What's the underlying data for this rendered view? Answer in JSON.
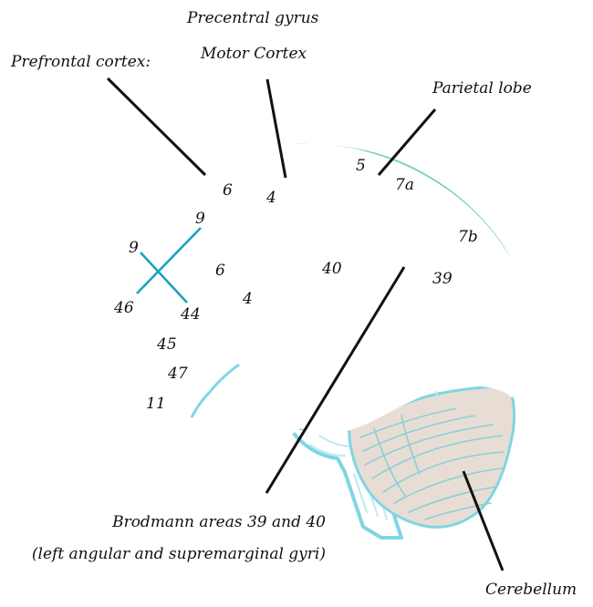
{
  "diagram": {
    "title": "Lateral view of the brain with Brodmann areas",
    "labels": {
      "prefrontal": "Prefrontal cortex:",
      "precentral": "Precentral gyrus",
      "motor": "Motor Cortex",
      "parietal": "Parietal lobe",
      "brodmann": "Brodmann areas 39 and 40",
      "brodmann_sub": "(left angular and supremarginal gyri)",
      "cerebellum": "Cerebellum"
    },
    "areas": [
      {
        "id": "6-upper",
        "text": "6"
      },
      {
        "id": "4-upper",
        "text": "4"
      },
      {
        "id": "9-upper",
        "text": "9"
      },
      {
        "id": "9-lower",
        "text": "9"
      },
      {
        "id": "6-lower",
        "text": "6"
      },
      {
        "id": "4-lower",
        "text": "4"
      },
      {
        "id": "46",
        "text": "46"
      },
      {
        "id": "44",
        "text": "44"
      },
      {
        "id": "45",
        "text": "45"
      },
      {
        "id": "47",
        "text": "47"
      },
      {
        "id": "11",
        "text": "11"
      },
      {
        "id": "5",
        "text": "5"
      },
      {
        "id": "7a",
        "text": "7a"
      },
      {
        "id": "7b",
        "text": "7b"
      },
      {
        "id": "40",
        "text": "40"
      },
      {
        "id": "39",
        "text": "39"
      }
    ],
    "colors": {
      "outline": "#7fd6e2",
      "premotor": "#8fd6e2",
      "motor": "#bdeef4",
      "prefrontal_lower": "#9ad9e3",
      "orbital_green": "#a5dcc4",
      "somatosensory": "#b9e8d2",
      "supramarginal": "#e2b6da",
      "angular": "#f8cfc2",
      "cerebellum": "#e8ddd4",
      "white_matter": "#ffffff",
      "cross_lines": "#1aa3bd",
      "leader_lines": "#111111"
    }
  }
}
